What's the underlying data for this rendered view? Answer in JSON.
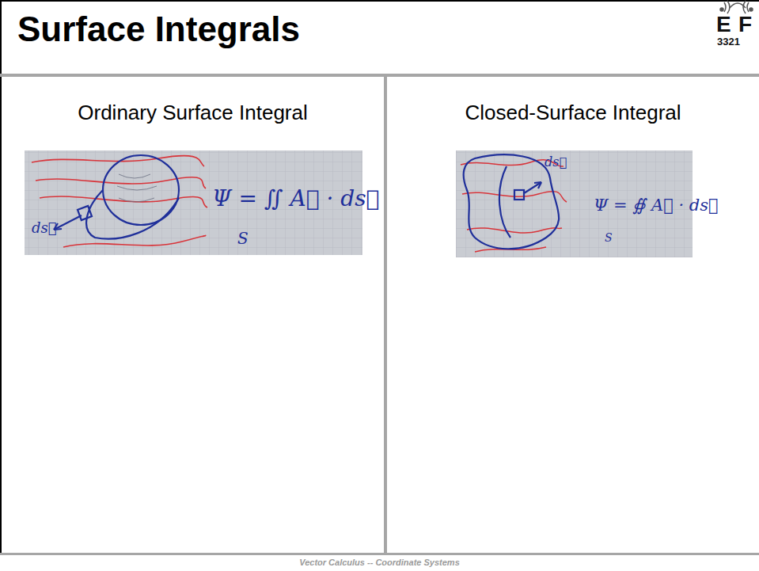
{
  "diagram": {
    "title": "Surface Integrals",
    "caption": "Vector Calculus -- Coordinate Systems",
    "nodes": [
      {
        "text": [
          "Ordinary Surface Integral"
        ]
      },
      {
        "text": [
          "Closed-Surface Integral"
        ]
      }
    ],
    "labels": [
      "Ψ = ∬ A⃗ · ds⃗",
      "S",
      "ds⃗",
      "Ψ = ∯ A⃗ · ds⃗",
      "S",
      "ds⃗",
      "E",
      "F",
      "3321"
    ]
  }
}
